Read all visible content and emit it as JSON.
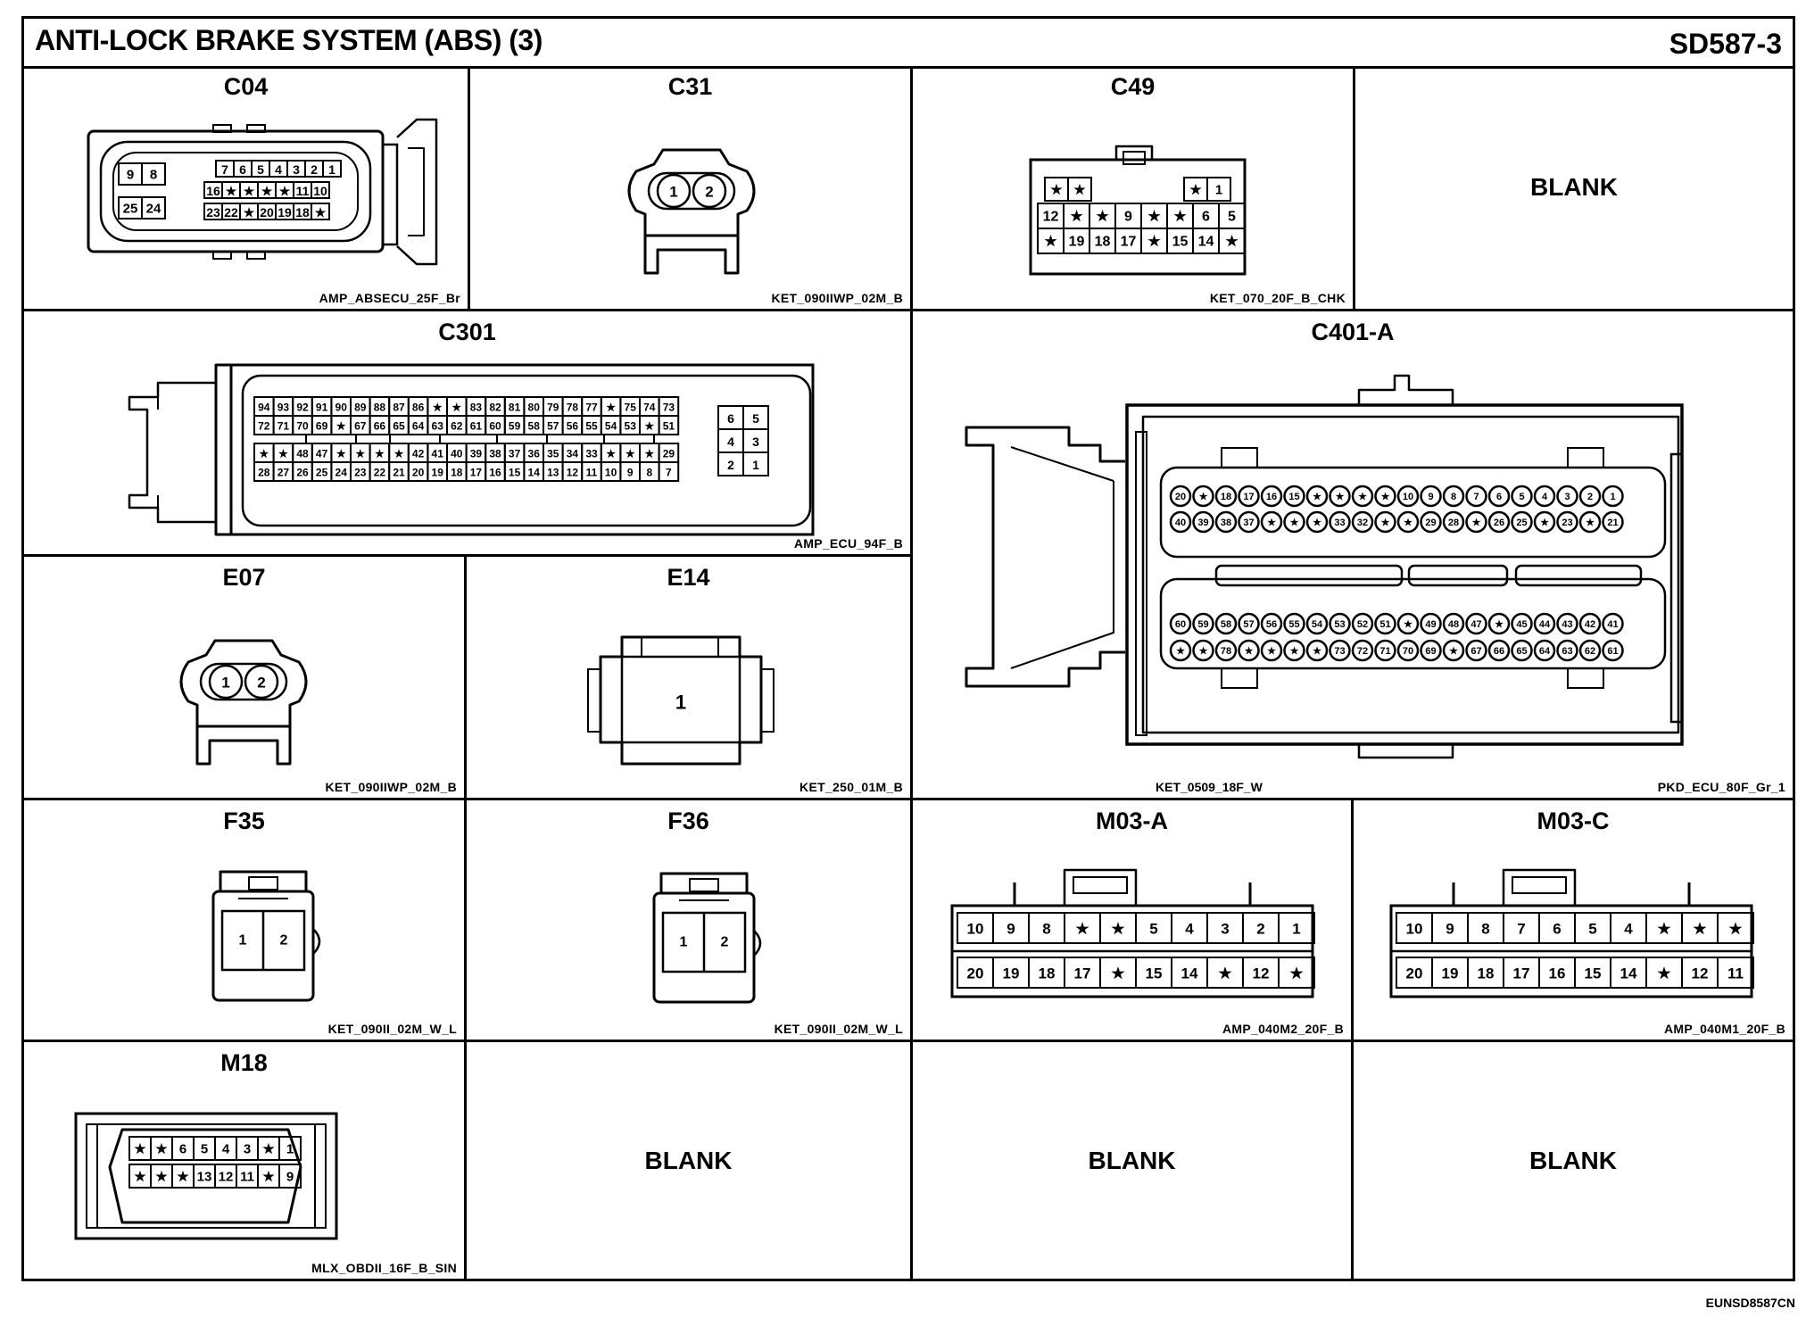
{
  "title": "ANTI-LOCK BRAKE SYSTEM (ABS) (3)",
  "code": "SD587-3",
  "figure_id": "EUNSD8587CN",
  "star": "★",
  "cells": [
    {
      "id": "C04",
      "label": "C04",
      "code": "AMP_ABSECU_25F_Br",
      "left_pins": [
        [
          "9",
          "8"
        ],
        [
          "25",
          "24"
        ]
      ],
      "right_pins": [
        [
          "7",
          "6",
          "5",
          "4",
          "3",
          "2",
          "1"
        ],
        [
          "16",
          "*",
          "*",
          "*",
          "*",
          "11",
          "10"
        ],
        [
          "23",
          "22",
          "*",
          "20",
          "19",
          "18",
          "*"
        ]
      ]
    },
    {
      "id": "C31",
      "label": "C31",
      "code": "KET_090IIWP_02M_B",
      "pins": [
        "1",
        "2"
      ]
    },
    {
      "id": "C49",
      "label": "C49",
      "code": "KET_070_20F_B_CHK",
      "top_left": [
        "*",
        "*"
      ],
      "top_right": [
        "*",
        "1"
      ],
      "rows": [
        [
          "12",
          "*",
          "*",
          "9",
          "*",
          "*",
          "6",
          "5"
        ],
        [
          "*",
          "19",
          "18",
          "17",
          "*",
          "15",
          "14",
          "*"
        ]
      ]
    },
    {
      "id": "BLANK1",
      "blank": "BLANK"
    },
    {
      "id": "C301",
      "label": "C301",
      "code": "AMP_ECU_94F_B",
      "rows": [
        [
          "94",
          "93",
          "92",
          "91",
          "90",
          "89",
          "88",
          "87",
          "86",
          "*",
          "*",
          "83",
          "82",
          "81",
          "80",
          "79",
          "78",
          "77",
          "*",
          "75",
          "74",
          "73"
        ],
        [
          "72",
          "71",
          "70",
          "69",
          "*",
          "67",
          "66",
          "65",
          "64",
          "63",
          "62",
          "61",
          "60",
          "59",
          "58",
          "57",
          "56",
          "55",
          "54",
          "53",
          "*",
          "51"
        ],
        [
          "*",
          "*",
          "48",
          "47",
          "*",
          "*",
          "*",
          "*",
          "42",
          "41",
          "40",
          "39",
          "38",
          "37",
          "36",
          "35",
          "34",
          "33",
          "*",
          "*",
          "*",
          "29"
        ],
        [
          "28",
          "27",
          "26",
          "25",
          "24",
          "23",
          "22",
          "21",
          "20",
          "19",
          "18",
          "17",
          "16",
          "15",
          "14",
          "13",
          "12",
          "11",
          "10",
          "9",
          "8",
          "7"
        ]
      ],
      "side": [
        [
          "6",
          "5"
        ],
        [
          "4",
          "3"
        ],
        [
          "2",
          "1"
        ]
      ]
    },
    {
      "id": "C401-A",
      "label": "C401-A",
      "code_left": "KET_0509_18F_W",
      "code": "PKD_ECU_80F_Gr_1",
      "rows": [
        [
          "20",
          "*",
          "18",
          "17",
          "16",
          "15",
          "*",
          "*",
          "*",
          "*",
          "10",
          "9",
          "8",
          "7",
          "6",
          "5",
          "4",
          "3",
          "2",
          "1"
        ],
        [
          "40",
          "39",
          "38",
          "37",
          "*",
          "*",
          "*",
          "33",
          "32",
          "*",
          "*",
          "29",
          "28",
          "*",
          "26",
          "25",
          "*",
          "23",
          "*",
          "21"
        ],
        [
          "60",
          "59",
          "58",
          "57",
          "56",
          "55",
          "54",
          "53",
          "52",
          "51",
          "*",
          "49",
          "48",
          "47",
          "*",
          "45",
          "44",
          "43",
          "42",
          "41"
        ],
        [
          "*",
          "*",
          "78",
          "*",
          "*",
          "*",
          "*",
          "73",
          "72",
          "71",
          "70",
          "69",
          "*",
          "67",
          "66",
          "65",
          "64",
          "63",
          "62",
          "61"
        ]
      ]
    },
    {
      "id": "E07",
      "label": "E07",
      "code": "KET_090IIWP_02M_B",
      "pins": [
        "1",
        "2"
      ]
    },
    {
      "id": "E14",
      "label": "E14",
      "code": "KET_250_01M_B",
      "pins": [
        "1"
      ]
    },
    {
      "id": "F35",
      "label": "F35",
      "code": "KET_090II_02M_W_L",
      "pins": [
        "1",
        "2"
      ]
    },
    {
      "id": "F36",
      "label": "F36",
      "code": "KET_090II_02M_W_L",
      "pins": [
        "1",
        "2"
      ]
    },
    {
      "id": "M03-A",
      "label": "M03-A",
      "code": "AMP_040M2_20F_B",
      "rows": [
        [
          "10",
          "9",
          "8",
          "*",
          "*",
          "5",
          "4",
          "3",
          "2",
          "1"
        ],
        [
          "20",
          "19",
          "18",
          "17",
          "*",
          "15",
          "14",
          "*",
          "12",
          "*"
        ]
      ]
    },
    {
      "id": "M03-C",
      "label": "M03-C",
      "code": "AMP_040M1_20F_B",
      "rows": [
        [
          "10",
          "9",
          "8",
          "7",
          "6",
          "5",
          "4",
          "*",
          "*",
          "*"
        ],
        [
          "20",
          "19",
          "18",
          "17",
          "16",
          "15",
          "14",
          "*",
          "12",
          "11"
        ]
      ]
    },
    {
      "id": "M18",
      "label": "M18",
      "code": "MLX_OBDII_16F_B_SIN",
      "rows": [
        [
          "*",
          "*",
          "6",
          "5",
          "4",
          "3",
          "*",
          "1"
        ],
        [
          "*",
          "*",
          "*",
          "13",
          "12",
          "11",
          "*",
          "9"
        ]
      ]
    },
    {
      "id": "BLANK2",
      "blank": "BLANK"
    },
    {
      "id": "BLANK3",
      "blank": "BLANK"
    },
    {
      "id": "BLANK4",
      "blank": "BLANK"
    }
  ]
}
